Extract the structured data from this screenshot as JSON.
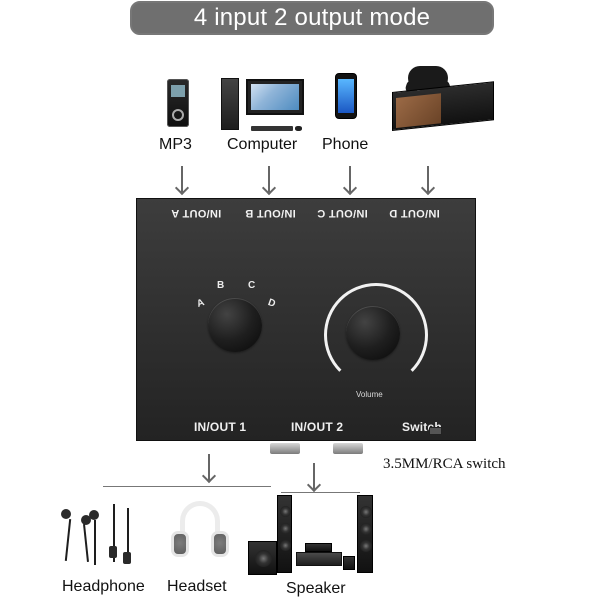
{
  "header": {
    "title": "4 input 2 output mode"
  },
  "devices": {
    "top": [
      {
        "label": "MP3",
        "icon": "mp3-player-icon"
      },
      {
        "label": "Computer",
        "icon": "desktop-computer-icon"
      },
      {
        "label": "Phone",
        "icon": "smartphone-icon"
      },
      {
        "label": "",
        "icon": "game-console-icon"
      }
    ],
    "bottom": [
      {
        "label": "Headphone",
        "icon": "earphones-icon"
      },
      {
        "label": "Headset",
        "icon": "headset-icon"
      },
      {
        "label": "Speaker",
        "icon": "speaker-system-icon"
      }
    ]
  },
  "switch_panel": {
    "top_ports": [
      "IN/OUT A",
      "IN/OUT B",
      "IN/OUT C",
      "IN/OUT D"
    ],
    "selector_letters": [
      "A",
      "B",
      "C",
      "D"
    ],
    "volume_label": "Volume",
    "bottom_ports": [
      "IN/OUT 1",
      "IN/OUT 2",
      "Switch"
    ],
    "switch_mode_label": "3.5MM/RCA switch"
  },
  "colors": {
    "banner_bg": "#6f6f6f",
    "arrow": "#666666",
    "panel_dark": "#2b2b2b",
    "label_text": "#111111"
  }
}
